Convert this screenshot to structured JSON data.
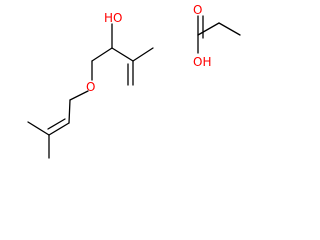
{
  "structure_labels": {
    "hydroxyl_left": "HO",
    "ether_oxygen": "O",
    "carbonyl_oxygen": "O",
    "acid_hydroxyl": "OH"
  },
  "colors": {
    "bond": "#000000",
    "oxygen": "#FF0000",
    "background": "#ffffff"
  }
}
